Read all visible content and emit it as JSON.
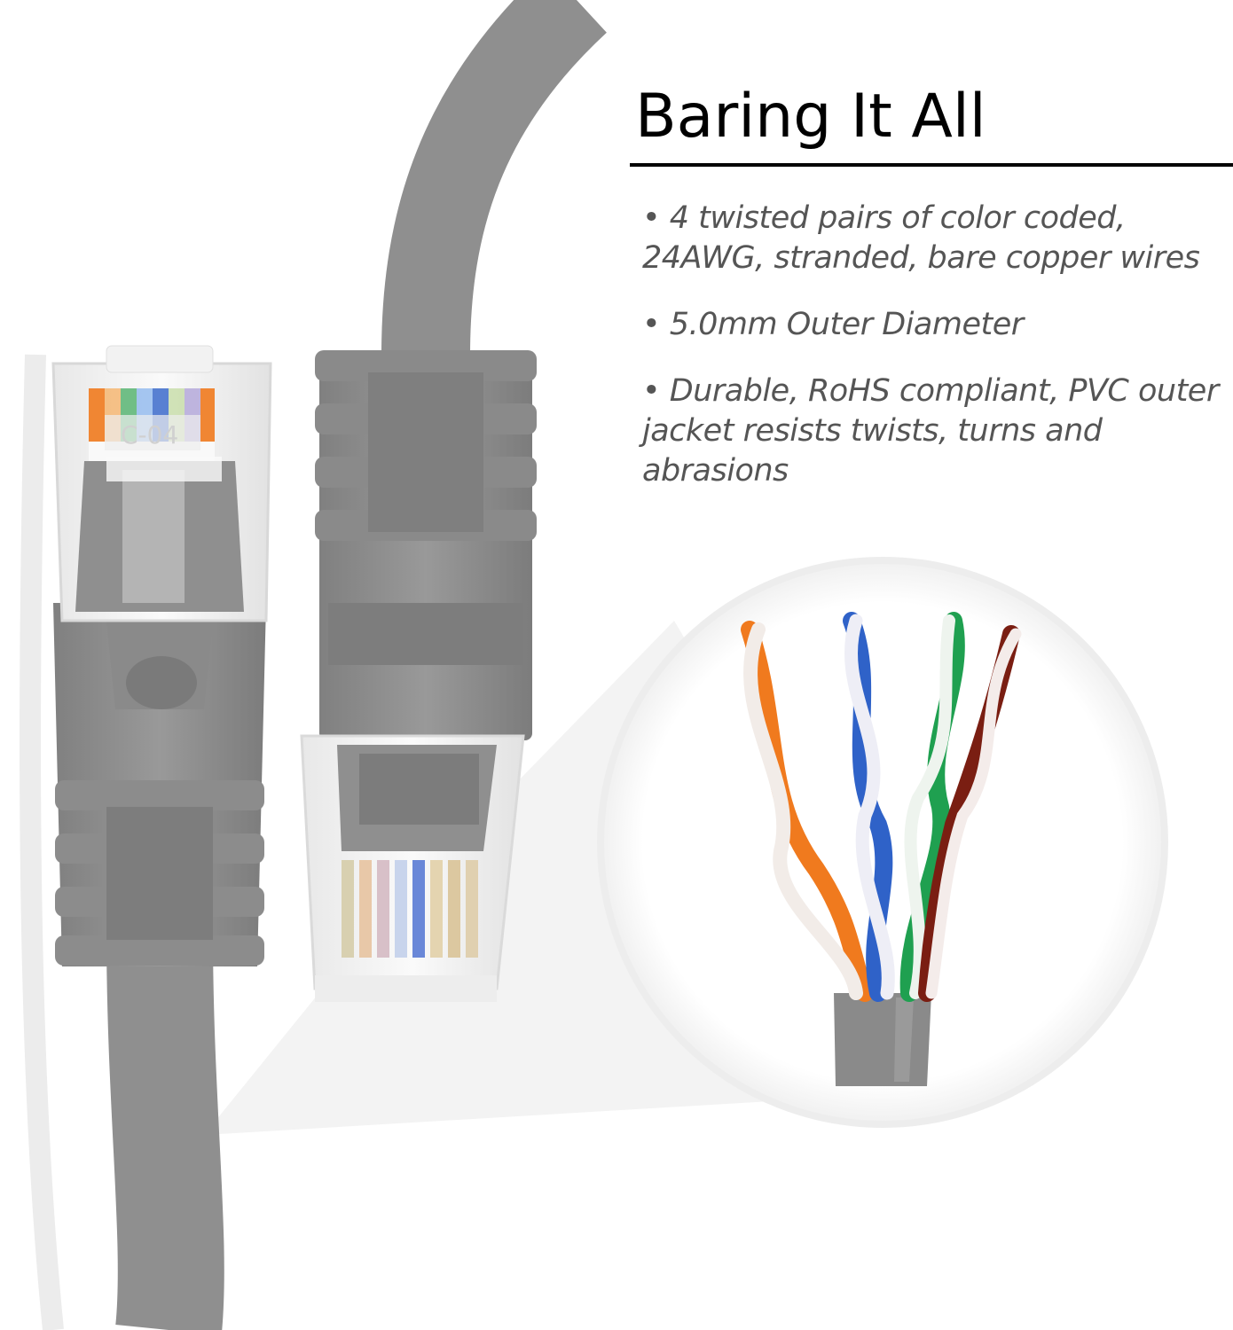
{
  "heading": "Baring It All",
  "features": [
    "• 4 twisted pairs of  color coded, 24AWG, stranded, bare copper wires",
    "• 5.0mm Outer Diameter",
    "• Durable, RoHS compliant, PVC outer jacket resists twists, turns and abrasions"
  ],
  "connector_label": "C-04",
  "colors": {
    "cable": "#8f8f8f",
    "cable_dark": "#7a7a7a",
    "heading": "#000000",
    "body_text": "#555555",
    "wire_orange": "#f07a1e",
    "wire_blue": "#2f62c8",
    "wire_green": "#1fa050",
    "wire_brown": "#7a1e12"
  }
}
